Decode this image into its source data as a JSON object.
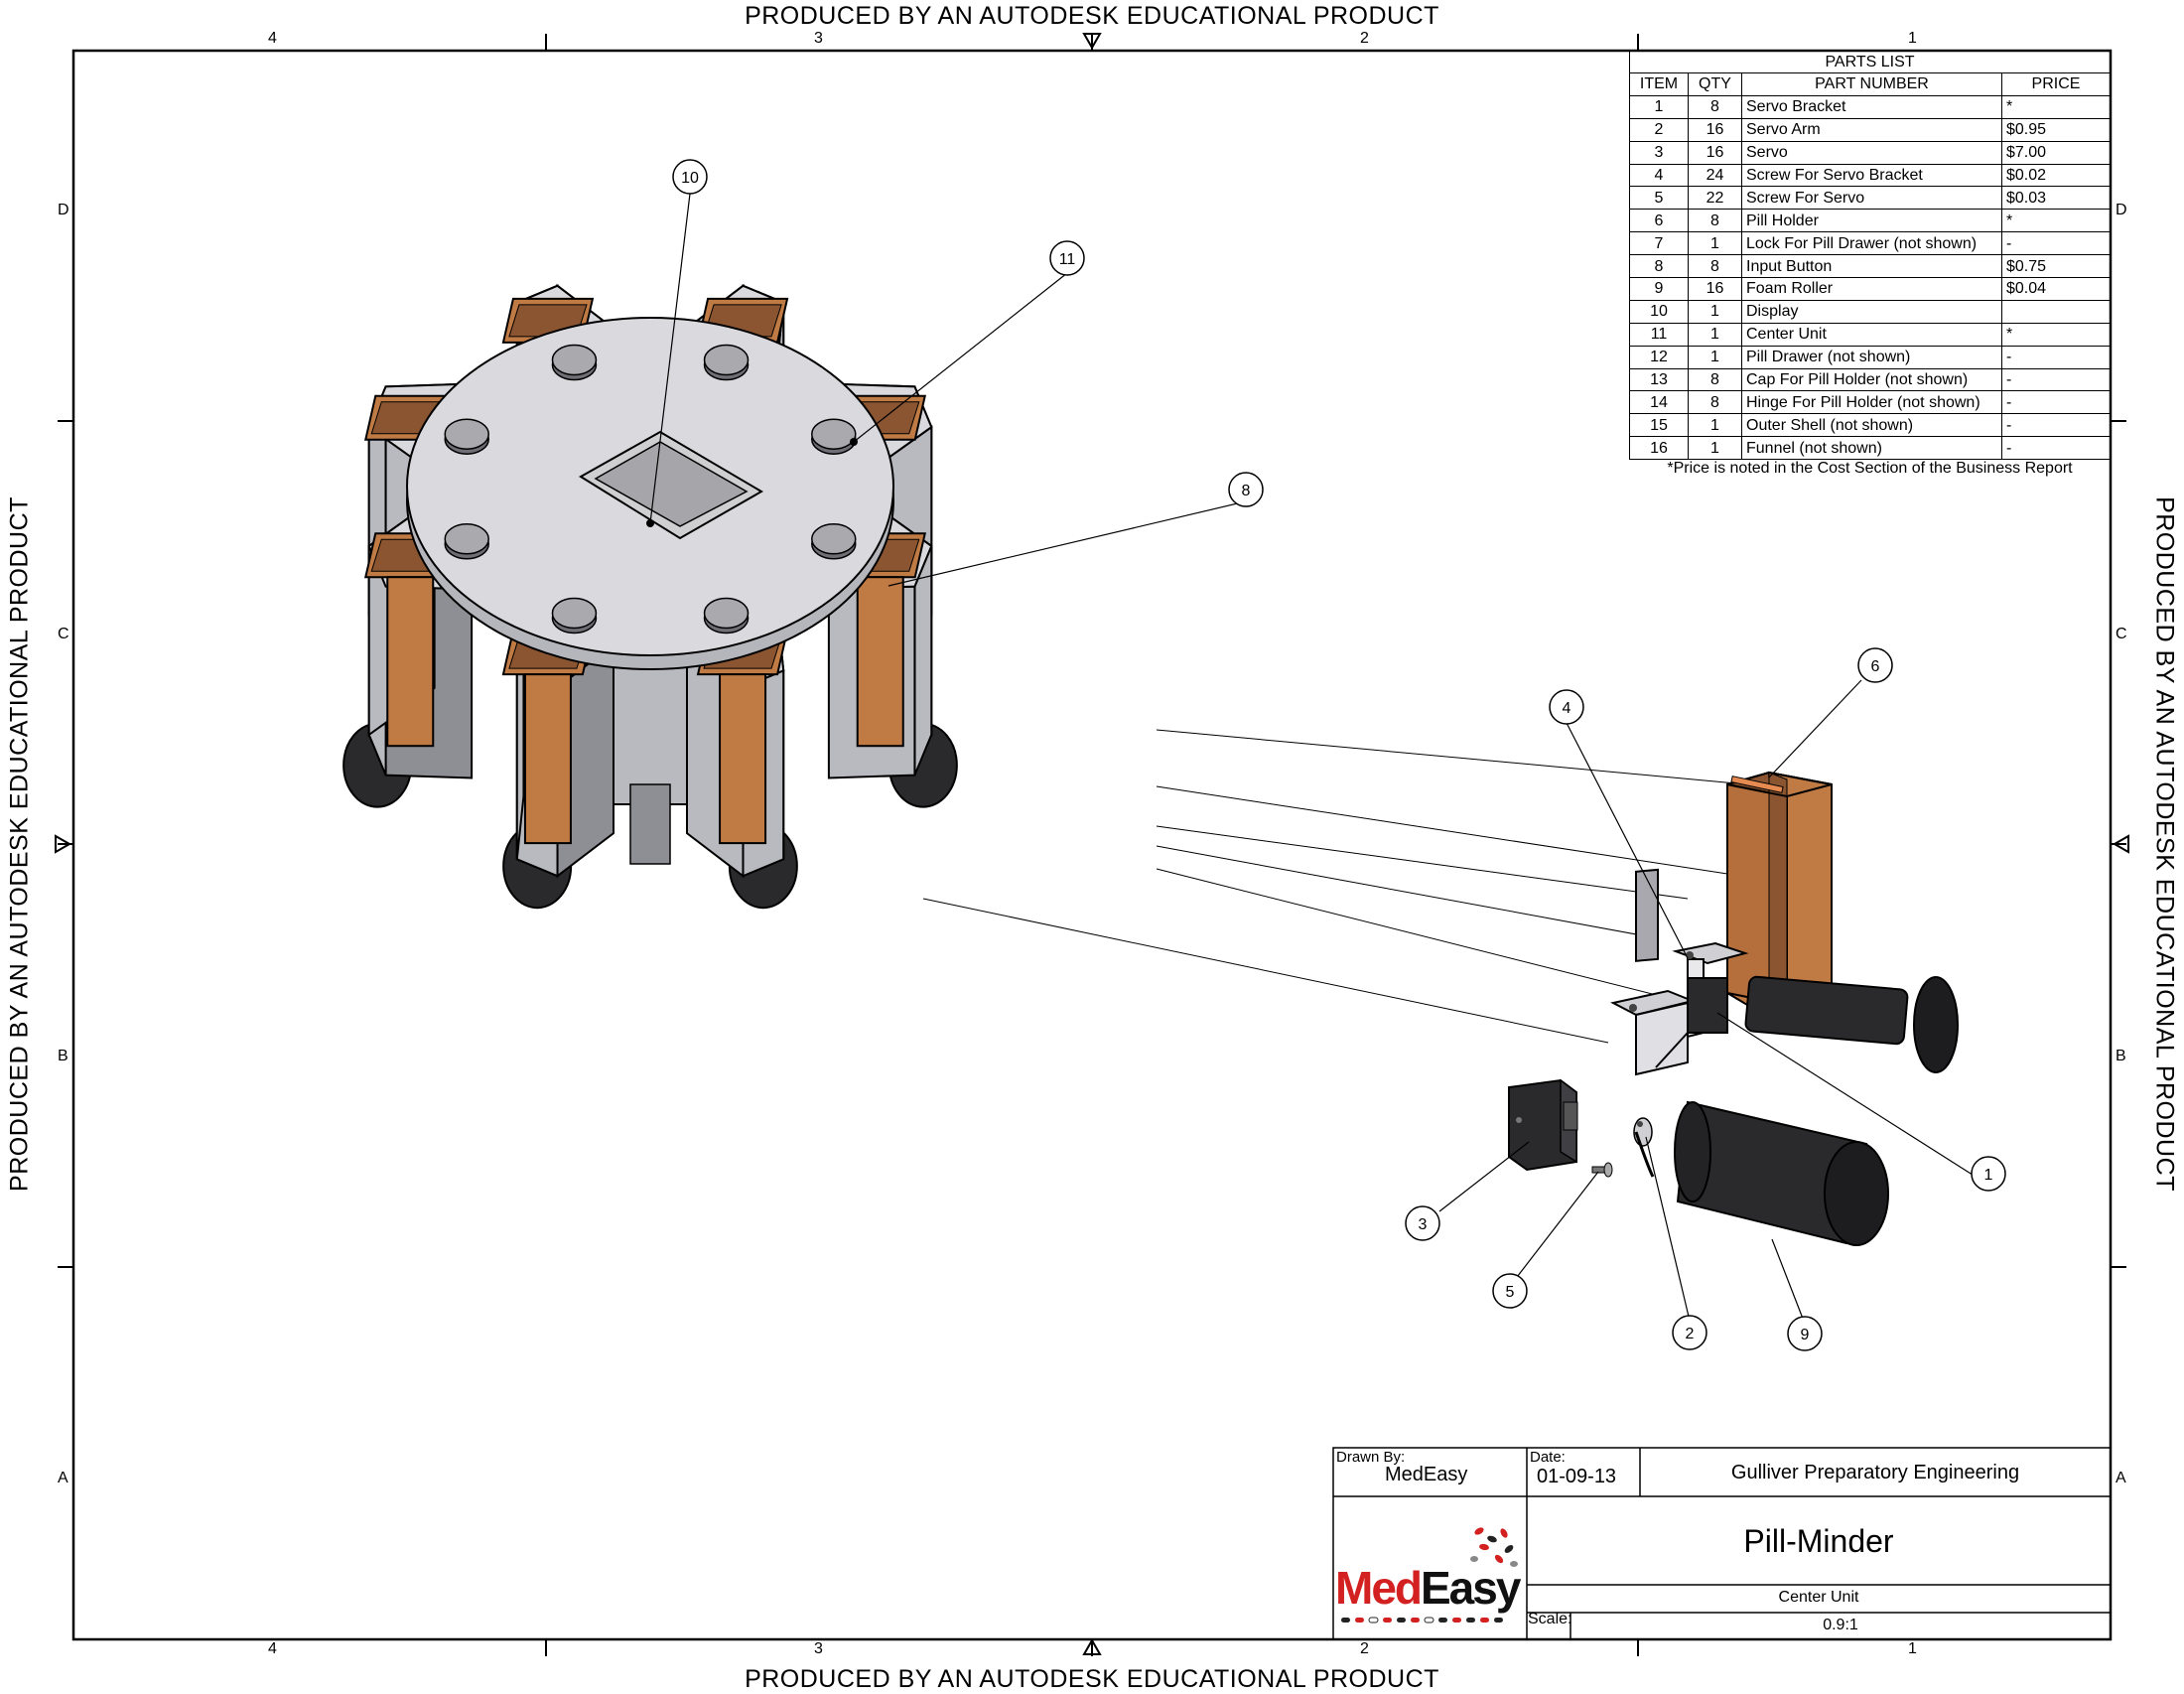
{
  "watermark": "PRODUCED BY AN AUTODESK EDUCATIONAL PRODUCT",
  "zones": {
    "columns": [
      "4",
      "3",
      "2",
      "1"
    ],
    "rows": [
      "D",
      "C",
      "B",
      "A"
    ]
  },
  "parts_list": {
    "title": "PARTS LIST",
    "headers": [
      "ITEM",
      "QTY",
      "PART NUMBER",
      "PRICE"
    ],
    "rows": [
      {
        "item": "1",
        "qty": "8",
        "part": "Servo Bracket",
        "price": "*"
      },
      {
        "item": "2",
        "qty": "16",
        "part": "Servo Arm",
        "price": "$0.95"
      },
      {
        "item": "3",
        "qty": "16",
        "part": "Servo",
        "price": "$7.00"
      },
      {
        "item": "4",
        "qty": "24",
        "part": "Screw For Servo Bracket",
        "price": "$0.02"
      },
      {
        "item": "5",
        "qty": "22",
        "part": "Screw For Servo",
        "price": "$0.03"
      },
      {
        "item": "6",
        "qty": "8",
        "part": "Pill Holder",
        "price": "*"
      },
      {
        "item": "7",
        "qty": "1",
        "part": "Lock For Pill Drawer  (not shown)",
        "price": "-"
      },
      {
        "item": "8",
        "qty": "8",
        "part": "Input Button",
        "price": "$0.75"
      },
      {
        "item": "9",
        "qty": "16",
        "part": "Foam Roller",
        "price": "$0.04"
      },
      {
        "item": "10",
        "qty": "1",
        "part": "Display",
        "price": ""
      },
      {
        "item": "11",
        "qty": "1",
        "part": "Center Unit",
        "price": "*"
      },
      {
        "item": "12",
        "qty": "1",
        "part": "Pill Drawer (not shown)",
        "price": "-"
      },
      {
        "item": "13",
        "qty": "8",
        "part": "Cap For Pill Holder (not shown)",
        "price": "-"
      },
      {
        "item": "14",
        "qty": "8",
        "part": "Hinge For Pill Holder (not shown)",
        "price": "-"
      },
      {
        "item": "15",
        "qty": "1",
        "part": "Outer Shell (not shown)",
        "price": "-"
      },
      {
        "item": "16",
        "qty": "1",
        "part": "Funnel (not shown)",
        "price": "-"
      }
    ],
    "note": "*Price is noted in the Cost Section of the Business Report"
  },
  "balloons": [
    "10",
    "11",
    "8",
    "4",
    "6",
    "1",
    "3",
    "5",
    "2",
    "9"
  ],
  "title_block": {
    "drawn_by_label": "Drawn By:",
    "drawn_by": "MedEasy",
    "date_label": "Date:",
    "date": "01-09-13",
    "organization": "Gulliver Preparatory Engineering",
    "title": "Pill-Minder",
    "subtitle": "Center Unit",
    "scale_label": "Scale:",
    "scale": "0.9:1",
    "logo_med": "Med",
    "logo_easy": "Easy"
  },
  "colors": {
    "copper": "#c07a44",
    "copper_dark": "#8a5530",
    "gray_top": "#d9d9de",
    "gray_side": "#b9b9c0",
    "gray_dark": "#8e8e95",
    "roller": "#2a2a2c",
    "logo_red": "#d32020"
  }
}
